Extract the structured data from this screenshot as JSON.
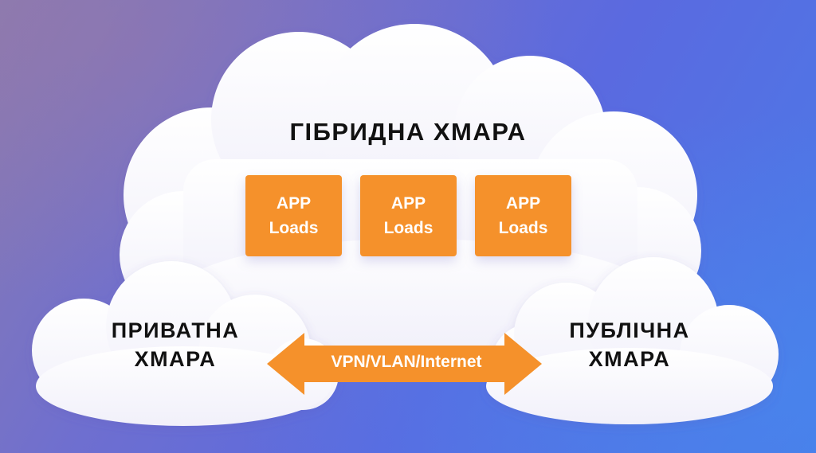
{
  "diagram": {
    "title": "ГІБРИДНА ХМАРА",
    "app_boxes": [
      {
        "line1": "APP",
        "line2": "Loads"
      },
      {
        "line1": "APP",
        "line2": "Loads"
      },
      {
        "line1": "APP",
        "line2": "Loads"
      }
    ],
    "private_cloud": {
      "line1": "ПРИВАТНА",
      "line2": "ХМАРА"
    },
    "public_cloud": {
      "line1": "ПУБЛІЧНА",
      "line2": "ХМАРА"
    },
    "connection_label": "VPN/VLAN/Internet"
  },
  "colors": {
    "accent": "#f5912b",
    "cloud": "#ffffff",
    "text": "#111111"
  }
}
